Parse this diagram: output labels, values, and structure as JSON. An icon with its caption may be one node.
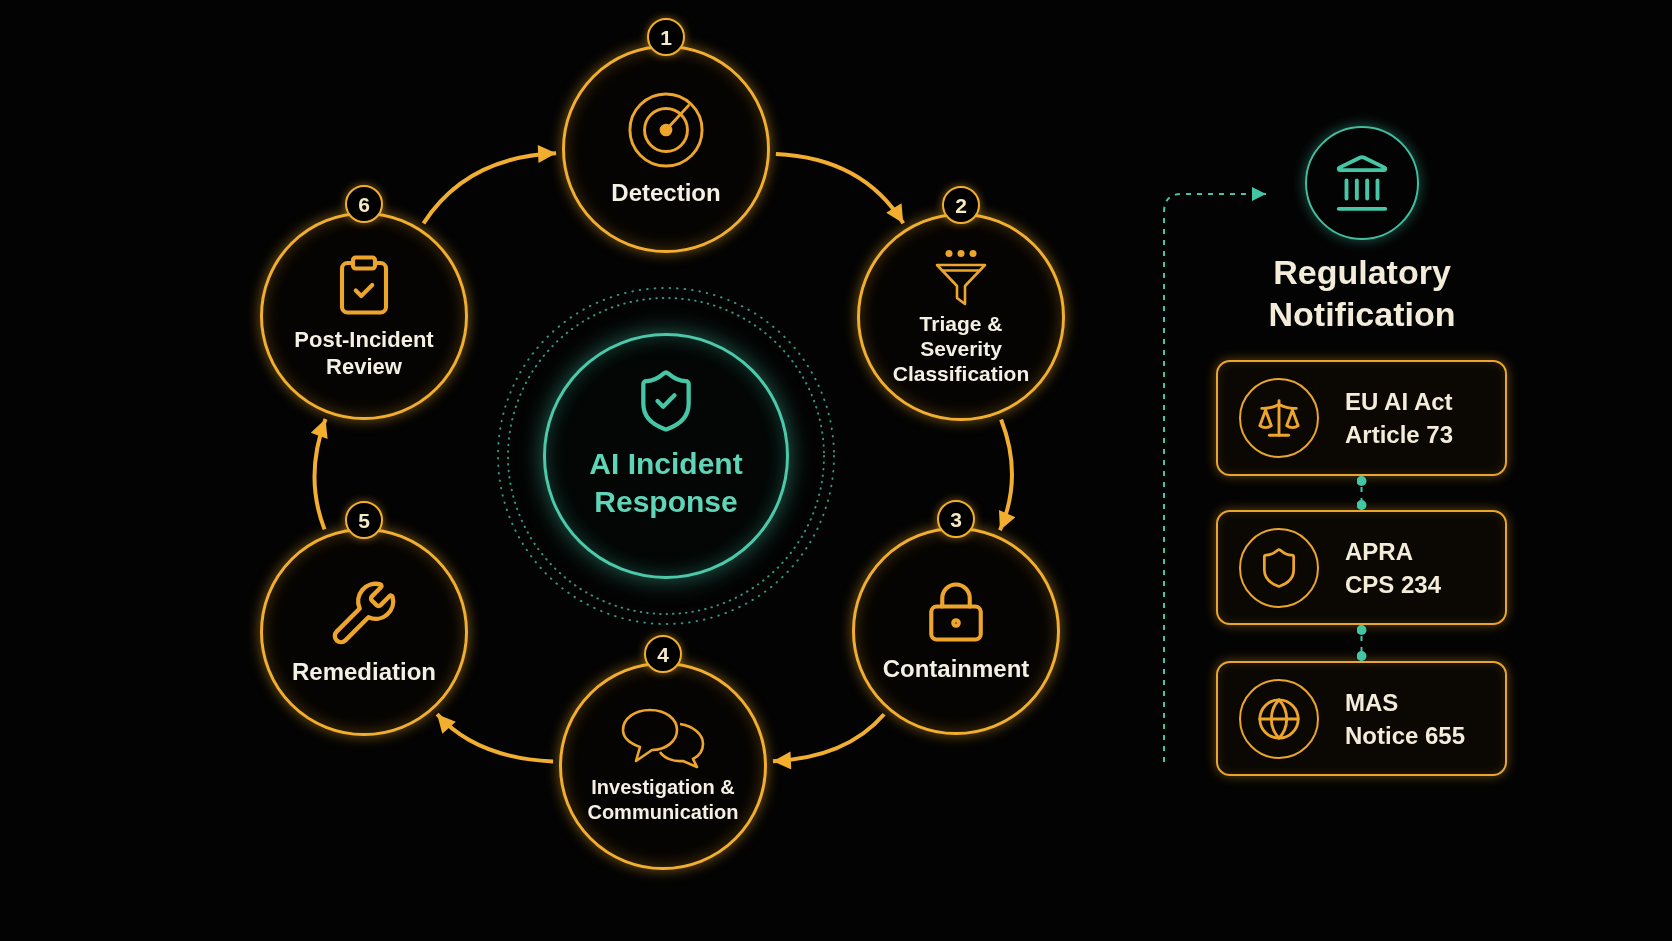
{
  "diagram": {
    "nodes": [
      {
        "text": [
          "1"
        ]
      },
      {
        "text": [
          "Detection"
        ]
      },
      {
        "text": [
          "2"
        ]
      },
      {
        "text": [
          "Triage & Severity Classification"
        ]
      },
      {
        "text": [
          "3"
        ]
      },
      {
        "text": [
          "Containment"
        ]
      },
      {
        "text": [
          "4"
        ]
      },
      {
        "text": [
          "Investigation & Communication"
        ]
      },
      {
        "text": [
          "5"
        ]
      },
      {
        "text": [
          "Remediation"
        ]
      },
      {
        "text": [
          "6"
        ]
      },
      {
        "text": [
          "Post-Incident Review"
        ]
      },
      {
        "text": [
          "AI Incident Response"
        ]
      },
      {
        "text": [
          "Regulatory Notification"
        ]
      },
      {
        "text": [
          "EU AI Act Article 73"
        ]
      },
      {
        "text": [
          "APRA CPS 234"
        ]
      },
      {
        "text": [
          "MAS Notice 655"
        ]
      }
    ],
    "edges": [
      {
        "from": 1,
        "to": 3,
        "arrow": "to"
      },
      {
        "from": 3,
        "to": 5,
        "arrow": "to"
      },
      {
        "from": 5,
        "to": 7,
        "arrow": "to"
      },
      {
        "from": 7,
        "to": 9,
        "arrow": "to"
      },
      {
        "from": 9,
        "to": 11,
        "arrow": "to"
      },
      {
        "from": 11,
        "to": 1,
        "arrow": "to"
      },
      {
        "from": null,
        "to": 13,
        "arrow": "to",
        "style": "dashed",
        "color": "#43c6a6"
      },
      {
        "from": 14,
        "to": 15,
        "arrow": "other",
        "style": "dashed",
        "color": "#43c6a6"
      },
      {
        "from": 15,
        "to": 16,
        "arrow": "other",
        "style": "dashed",
        "color": "#43c6a6"
      }
    ]
  }
}
